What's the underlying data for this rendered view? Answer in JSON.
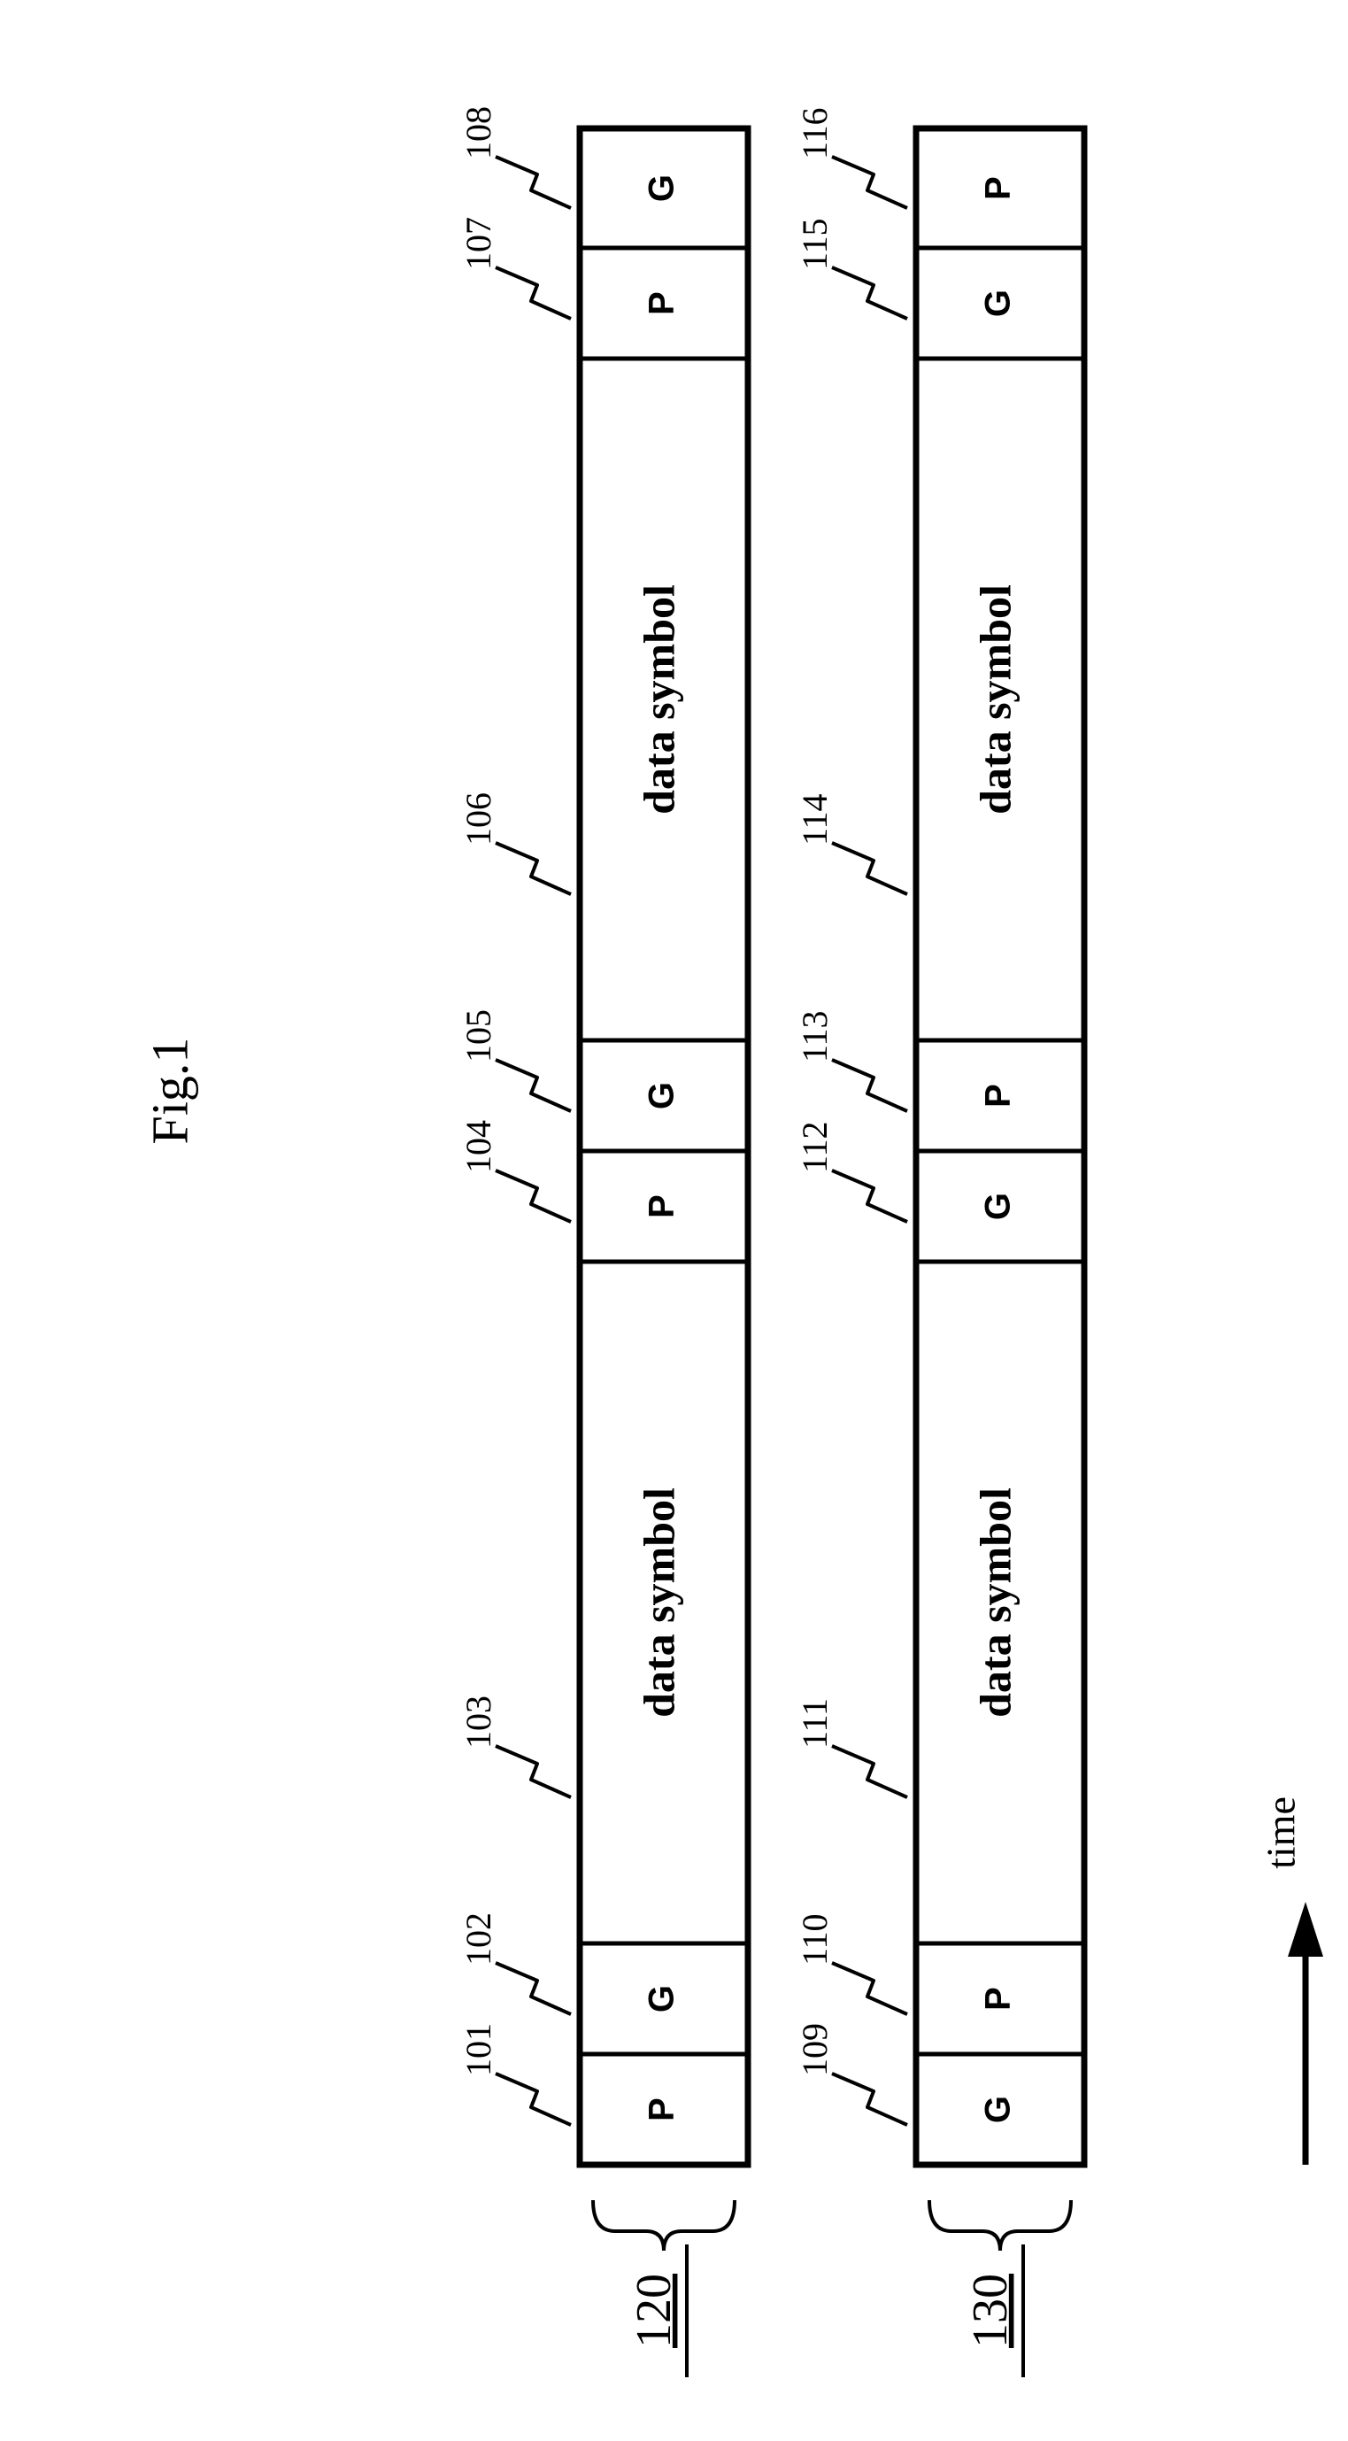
{
  "figure": {
    "title": "Fig.1"
  },
  "frames": [
    {
      "label": "120",
      "segments": [
        {
          "text": "P",
          "ref": "101"
        },
        {
          "text": "G",
          "ref": "102"
        },
        {
          "text": "data symbol",
          "ref": "103"
        },
        {
          "text": "P",
          "ref": "104"
        },
        {
          "text": "G",
          "ref": "105"
        },
        {
          "text": "data symbol",
          "ref": "106"
        },
        {
          "text": "P",
          "ref": "107"
        },
        {
          "text": "G",
          "ref": "108"
        }
      ]
    },
    {
      "label": "130",
      "segments": [
        {
          "text": "G",
          "ref": "109"
        },
        {
          "text": "P",
          "ref": "110"
        },
        {
          "text": "data symbol",
          "ref": "111"
        },
        {
          "text": "G",
          "ref": "112"
        },
        {
          "text": "P",
          "ref": "113"
        },
        {
          "text": "data symbol",
          "ref": "114"
        },
        {
          "text": "G",
          "ref": "115"
        },
        {
          "text": "P",
          "ref": "116"
        }
      ]
    }
  ],
  "time_axis": {
    "label": "time"
  },
  "colors": {
    "ink": "#000000",
    "paper": "#ffffff"
  }
}
